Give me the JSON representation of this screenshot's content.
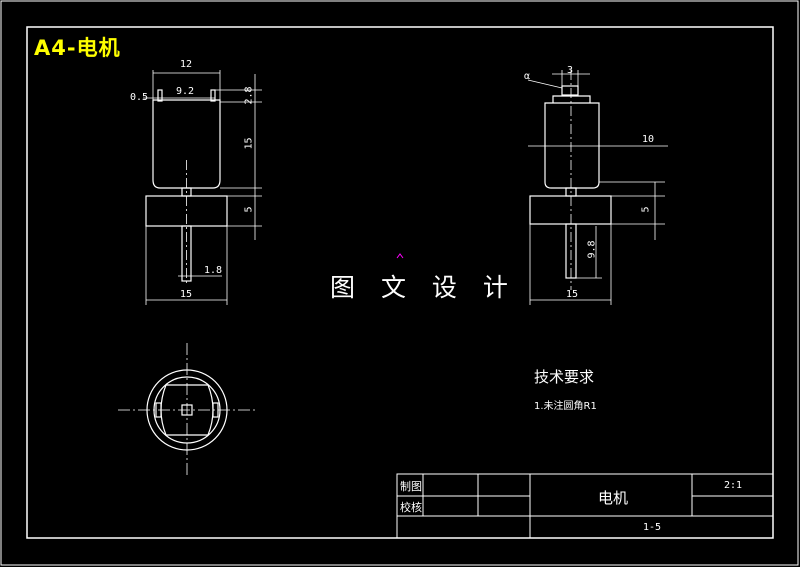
{
  "title_tag": "A4-电机",
  "watermark": "图 文 设 计",
  "front_view": {
    "dim_width_top": "12",
    "dim_pin_offset": "0.5",
    "dim_pin_span": "9.2",
    "dim_pin_height": "2.8",
    "dim_body_height": "15",
    "dim_base_height": "5",
    "dim_shaft_dia": "1.8",
    "dim_base_width": "15"
  },
  "side_view": {
    "dim_top_width": "3",
    "dim_angle": "α",
    "dim_body_ref": "10",
    "dim_base_height": "5",
    "dim_shaft_len": "9.8",
    "dim_base_width": "15"
  },
  "technical_requirements": {
    "title": "技术要求",
    "item1": "1.未注圆角R1"
  },
  "title_block": {
    "drawn_label": "制图",
    "checked_label": "校核",
    "part_name": "电机",
    "scale": "2:1",
    "sheet": "1-5"
  },
  "colors": {
    "background": "#000000",
    "line": "#ffffff",
    "accent_title": "#ffff00",
    "marker": "#ff00ff"
  }
}
